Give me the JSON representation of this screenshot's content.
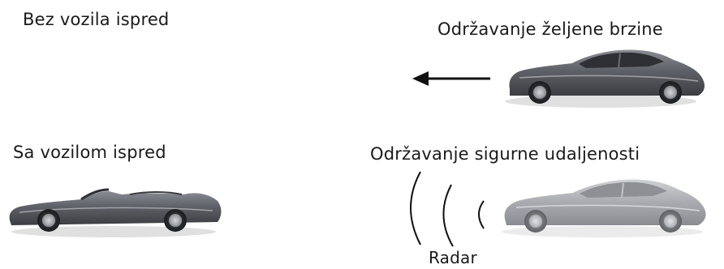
{
  "scenarios": {
    "no_vehicle_ahead": "Bez vozila ispred",
    "with_vehicle_ahead": "Sa vozilom ispred"
  },
  "actions": {
    "maintain_speed": "Održavanje željene brzine",
    "maintain_distance": "Održavanje sigurne udaljenosti"
  },
  "radar": {
    "label": "Radar"
  },
  "colors": {
    "car_dark": "#5f6168",
    "car_light": "#a9abb0",
    "arrow": "#111111",
    "radar_waves": "#111111"
  }
}
